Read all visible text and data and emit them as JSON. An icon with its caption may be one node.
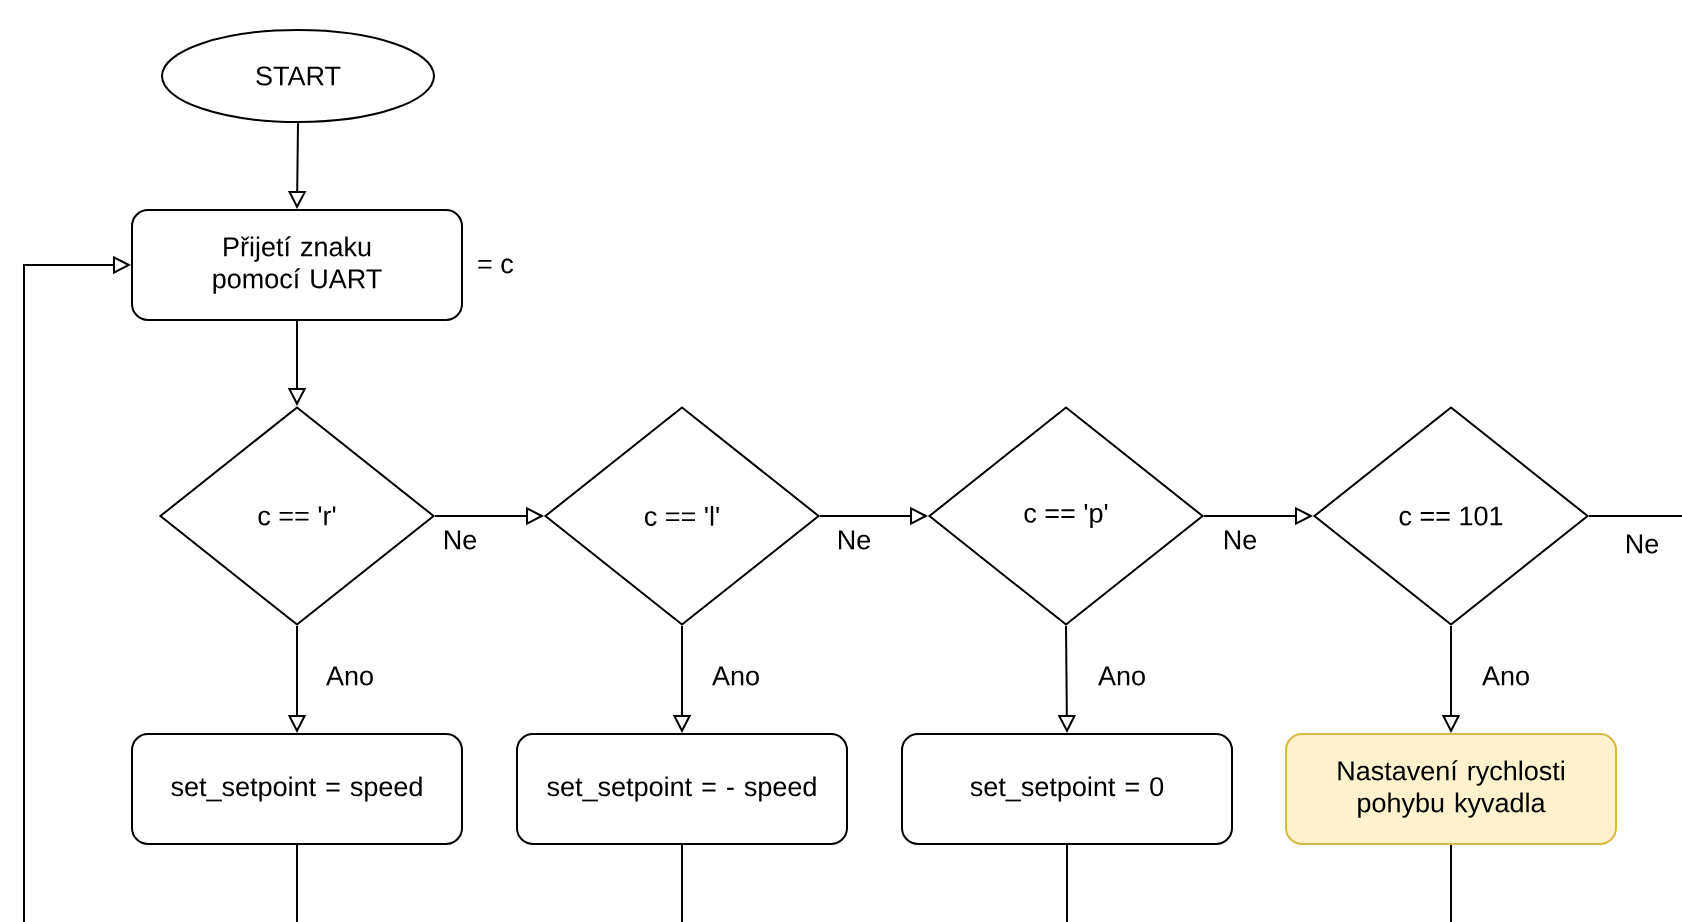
{
  "diagram": {
    "nodes": [
      {
        "text": [
          "START"
        ]
      },
      {
        "text": [
          "Přijetí znaku pomocí UART"
        ],
        "beside": [
          "= c"
        ]
      },
      {
        "text": [
          "c == 'r'"
        ]
      },
      {
        "text": [
          "c == 'l'"
        ]
      },
      {
        "text": [
          "c == 'p'"
        ]
      },
      {
        "text": [
          "c == 101"
        ]
      },
      {
        "text": [
          "set_setpoint = speed"
        ]
      },
      {
        "text": [
          "set_setpoint = - speed"
        ]
      },
      {
        "text": [
          "set_setpoint = 0"
        ]
      },
      {
        "text": [
          "Nastavení rychlosti pohybu kyvadla"
        ]
      }
    ],
    "edges": [
      {
        "from": 0,
        "to": 1,
        "arrow": "to"
      },
      {
        "from": 1,
        "to": 2,
        "arrow": "to"
      },
      {
        "from": 2,
        "to": 3,
        "arrow": "to",
        "label": "Ne"
      },
      {
        "from": 3,
        "to": 4,
        "arrow": "to",
        "label": "Ne"
      },
      {
        "from": 4,
        "to": 5,
        "arrow": "to",
        "label": "Ne"
      },
      {
        "from": 5,
        "to": null,
        "arrow": "none",
        "label": "Ne"
      },
      {
        "from": 2,
        "to": 6,
        "arrow": "to",
        "label": "Ano"
      },
      {
        "from": 3,
        "to": 7,
        "arrow": "to",
        "label": "Ano"
      },
      {
        "from": 4,
        "to": 8,
        "arrow": "to",
        "label": "Ano"
      },
      {
        "from": 5,
        "to": 9,
        "arrow": "to",
        "label": "Ano"
      },
      {
        "from": 6,
        "to": null,
        "arrow": "none"
      },
      {
        "from": 7,
        "to": null,
        "arrow": "none"
      },
      {
        "from": 8,
        "to": null,
        "arrow": "none"
      },
      {
        "from": 9,
        "to": null,
        "arrow": "none"
      },
      {
        "from": null,
        "to": 1,
        "arrow": "to"
      }
    ]
  }
}
